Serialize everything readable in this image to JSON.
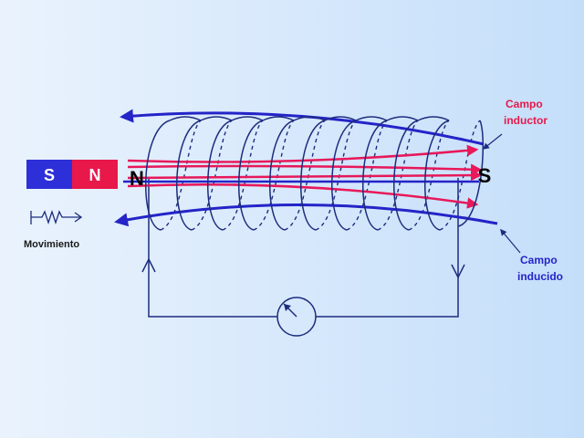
{
  "colors": {
    "background_left": "#eaf3fd",
    "background_right": "#c4defa",
    "coil": "#1c2c7e",
    "inductor_field": "#e8185a",
    "induced_field": "#2424c8",
    "magnet_south": "#2d2fd8",
    "magnet_north": "#e8184a",
    "label_red": "#e8184a",
    "label_blue": "#2424c8"
  },
  "magnet": {
    "south_label": "S",
    "north_label": "N"
  },
  "coil_poles": {
    "left": "N",
    "right": "S"
  },
  "labels": {
    "inductor_line1": "Campo",
    "inductor_line2": "inductor",
    "induced_line1": "Campo",
    "induced_line2": "inducido",
    "movement": "Movimiento"
  },
  "icons": {
    "movement": "spring-arrow-icon",
    "meter": "galvanometer-icon",
    "current_up": "arrow-up-icon",
    "current_down": "arrow-down-icon"
  }
}
